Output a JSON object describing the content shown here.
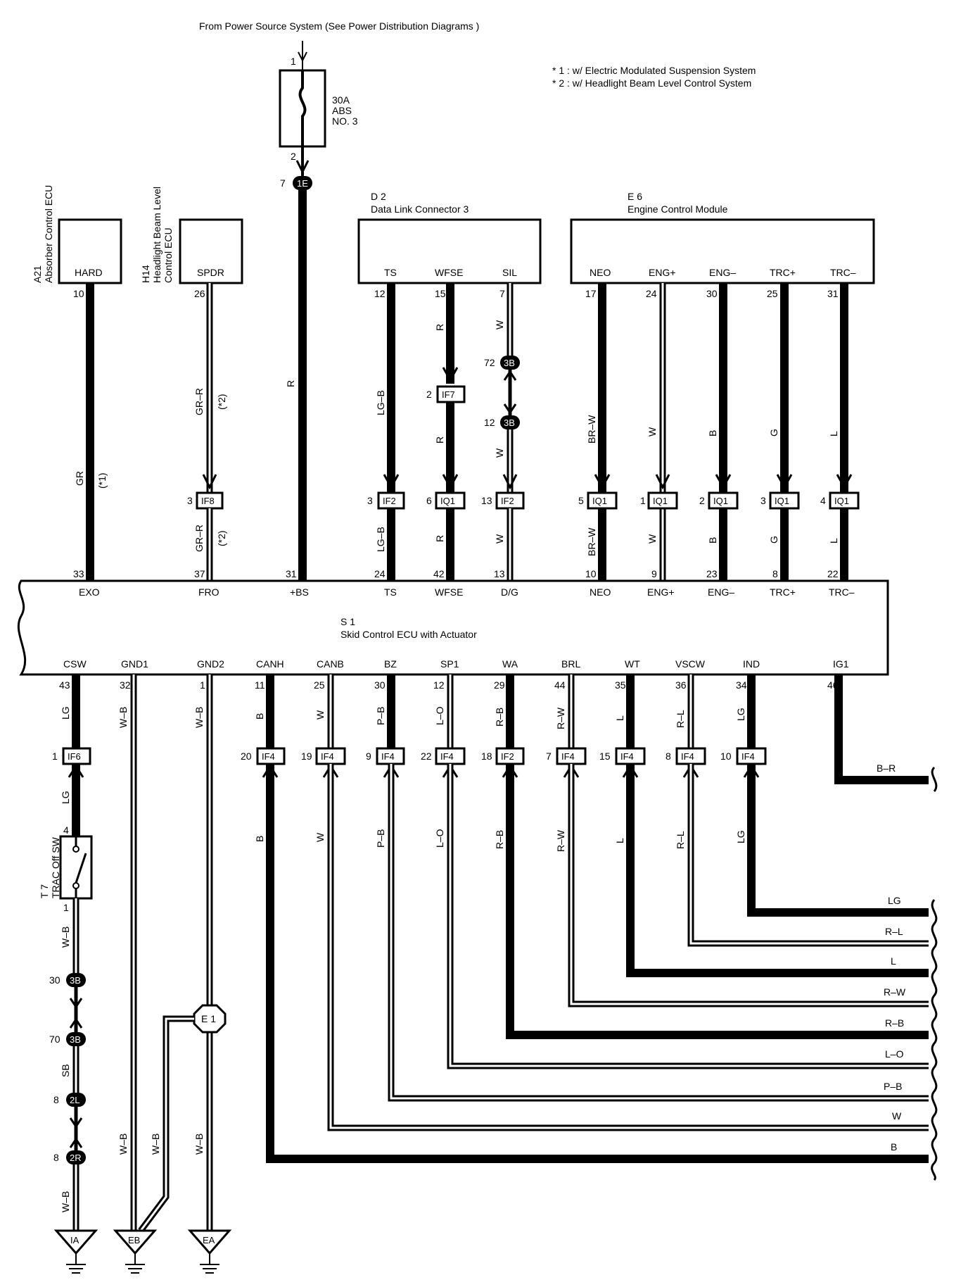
{
  "header": {
    "power_source": "From Power Source System (See Power Distribution Diagrams )",
    "note1": "* 1 : w/ Electric Modulated Suspension System",
    "note2": "* 2 : w/ Headlight Beam Level Control System"
  },
  "fuse": {
    "label1": "30A",
    "label2": "ABS",
    "label3": "NO. 3",
    "pin_top": "1",
    "pin_bottom": "2",
    "conn": "1E",
    "conn_pin": "7"
  },
  "components": {
    "a21_code": "A21",
    "a21_name": "Absorber Control ECU",
    "a21_term": "HARD",
    "a21_pin": "10",
    "h14_code": "H14",
    "h14_name1": "Headlight Beam Level",
    "h14_name2": "Control ECU",
    "h14_term": "SPDR",
    "h14_pin": "26",
    "d2_code": "D 2",
    "d2_name": "Data Link Connector 3",
    "e6_code": "E 6",
    "e6_name": "Engine Control Module",
    "s1_code": "S 1",
    "s1_name": "Skid Control ECU with Actuator",
    "t7_code": "T 7",
    "t7_name": "TRAC Off SW",
    "t7_pin_top": "4",
    "t7_pin_bottom": "1",
    "e1": "E 1"
  },
  "d2_terms": [
    {
      "name": "TS",
      "pin": "12"
    },
    {
      "name": "WFSE",
      "pin": "15"
    },
    {
      "name": "SIL",
      "pin": "7"
    }
  ],
  "e6_terms": [
    {
      "name": "NEO",
      "pin": "17"
    },
    {
      "name": "ENG+",
      "pin": "24"
    },
    {
      "name": "ENG–",
      "pin": "30"
    },
    {
      "name": "TRC+",
      "pin": "25"
    },
    {
      "name": "TRC–",
      "pin": "31"
    }
  ],
  "ecu_top": [
    {
      "name": "EXO",
      "pin": "33"
    },
    {
      "name": "FRO",
      "pin": "37"
    },
    {
      "name": "+BS",
      "pin": "31"
    },
    {
      "name": "TS",
      "pin": "24"
    },
    {
      "name": "WFSE",
      "pin": "42"
    },
    {
      "name": "D/G",
      "pin": "13"
    },
    {
      "name": "NEO",
      "pin": "10"
    },
    {
      "name": "ENG+",
      "pin": "9"
    },
    {
      "name": "ENG–",
      "pin": "23"
    },
    {
      "name": "TRC+",
      "pin": "8"
    },
    {
      "name": "TRC–",
      "pin": "22"
    }
  ],
  "ecu_bottom": [
    {
      "name": "CSW",
      "pin": "43"
    },
    {
      "name": "GND1",
      "pin": "32"
    },
    {
      "name": "GND2",
      "pin": "1"
    },
    {
      "name": "CANH",
      "pin": "11"
    },
    {
      "name": "CANB",
      "pin": "25"
    },
    {
      "name": "BZ",
      "pin": "30"
    },
    {
      "name": "SP1",
      "pin": "12"
    },
    {
      "name": "WA",
      "pin": "29"
    },
    {
      "name": "BRL",
      "pin": "44"
    },
    {
      "name": "WT",
      "pin": "35"
    },
    {
      "name": "VSCW",
      "pin": "36"
    },
    {
      "name": "IND",
      "pin": "34"
    },
    {
      "name": "IG1",
      "pin": "46"
    }
  ],
  "top_wires": {
    "hard": {
      "c1": "GR",
      "note": "(*1)"
    },
    "spdr": {
      "c1": "GR–R",
      "c2": "GR–R",
      "note": "(*2)",
      "note2": "(*2)",
      "conn": "IF8",
      "pin": "3"
    },
    "bs": {
      "c1": "R"
    },
    "ts": {
      "c1": "LG–B",
      "c2": "LG–B",
      "conn": "IF2",
      "pin": "3"
    },
    "wfse": {
      "c1": "R",
      "c2": "R",
      "c3": "R",
      "conn1": "IF7",
      "pin1": "2",
      "conn2": "IQ1",
      "pin2": "6"
    },
    "sil": {
      "c1": "W",
      "c2": "W",
      "c3": "W",
      "j1": "3B",
      "j1pin": "72",
      "j2": "3B",
      "j2pin": "12",
      "conn": "IF2",
      "pin": "13"
    },
    "neo": {
      "c1": "BR–W",
      "c2": "BR–W",
      "conn": "IQ1",
      "pin": "5"
    },
    "engp": {
      "c1": "W",
      "c2": "W",
      "conn": "IQ1",
      "pin": "1"
    },
    "engm": {
      "c1": "B",
      "c2": "B",
      "conn": "IQ1",
      "pin": "2"
    },
    "trcp": {
      "c1": "G",
      "c2": "G",
      "conn": "IQ1",
      "pin": "3"
    },
    "trcm": {
      "c1": "L",
      "c2": "L",
      "conn": "IQ1",
      "pin": "4"
    }
  },
  "bottom_wires": [
    {
      "color": "LG",
      "conn": "IF6",
      "pin": "1"
    },
    {
      "color": "W–B"
    },
    {
      "color": "W–B"
    },
    {
      "color": "B",
      "conn": "IF4",
      "pin": "20"
    },
    {
      "color": "W",
      "conn": "IF4",
      "pin": "19"
    },
    {
      "color": "P–B",
      "conn": "IF4",
      "pin": "9"
    },
    {
      "color": "L–O",
      "conn": "IF4",
      "pin": "22"
    },
    {
      "color": "R–B",
      "conn": "IF2",
      "pin": "18"
    },
    {
      "color": "R–W",
      "conn": "IF4",
      "pin": "7"
    },
    {
      "color": "L",
      "conn": "IF4",
      "pin": "15"
    },
    {
      "color": "R–L",
      "conn": "IF4",
      "pin": "8"
    },
    {
      "color": "LG",
      "conn": "IF4",
      "pin": "10"
    },
    {
      "color": "B–R"
    }
  ],
  "csw_chain": {
    "c_after_if6": "LG",
    "c_after_sw": "W–B",
    "j1": "3B",
    "j1pin": "30",
    "j2": "3B",
    "j2pin": "70",
    "c_sb": "SB",
    "j3": "2L",
    "j3pin": "8",
    "j4": "2R",
    "j4pin": "8",
    "c_last": "W–B"
  },
  "grounds": {
    "g1": "IA",
    "g2": "EB",
    "g3": "EA",
    "eb_wire1": "W–B",
    "eb_wire2": "W–B",
    "ea_wire": "W–B"
  },
  "right_labels": [
    "LG",
    "R–L",
    "L",
    "R–W",
    "R–B",
    "L–O",
    "P–B",
    "W",
    "B"
  ]
}
